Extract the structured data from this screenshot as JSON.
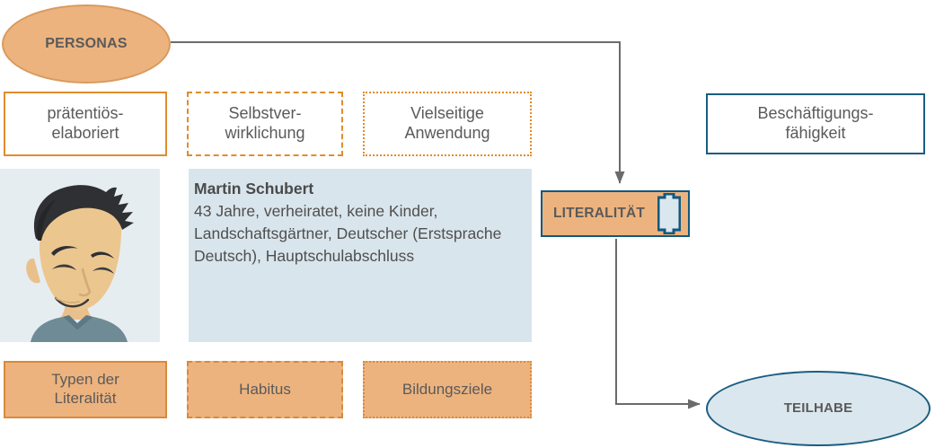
{
  "diagram": {
    "title_nodes": {
      "personas": "PERSONAS",
      "teilhabe": "TEILHABE",
      "literalitaet": "LITERALITÄT"
    },
    "attribute_boxes": [
      {
        "label": "prätentiös-\nelaboriert",
        "border": "solid",
        "color": "#e08c2e",
        "fill": "#ffffff"
      },
      {
        "label": "Selbstver-\nwirklichung",
        "border": "dashed",
        "color": "#e08c2e",
        "fill": "#ffffff"
      },
      {
        "label": "Vielseitige\nAnwendung",
        "border": "dotted",
        "color": "#e08c2e",
        "fill": "#ffffff"
      }
    ],
    "outcome_box": {
      "label": "Beschäftigungs-\nfähigkeit",
      "border": "solid",
      "color": "#1b5d80",
      "fill": "#ffffff"
    },
    "category_boxes": [
      {
        "label": "Typen der\nLiteralität",
        "border": "solid",
        "color": "#d9893c",
        "fill": "#edb37e"
      },
      {
        "label": "Habitus",
        "border": "dashed",
        "color": "#d9893c",
        "fill": "#edb37e"
      },
      {
        "label": "Bildungsziele",
        "border": "dotted",
        "color": "#d9893c",
        "fill": "#edb37e"
      }
    ],
    "persona": {
      "name": "Martin Schubert",
      "details": "43 Jahre, verheiratet, keine Kinder, Landschaftsgärtner, Deutscher (Erstsprache Deutsch), Hauptschulabschluss",
      "avatar_alt": "avatar-male-portrait"
    },
    "colors": {
      "orange_fill": "#edb37e",
      "orange_stroke": "#d9893c",
      "orange_border_light": "#e08c2e",
      "blue_stroke": "#1b5d80",
      "blue_fill": "#dbe7ee",
      "info_panel_fill": "#d9e5ec",
      "avatar_bg": "#e6edf1",
      "text_gray": "#5a5a5a",
      "connector_gray": "#5a5a5a"
    },
    "icons": {
      "book": "book-spine-icon"
    }
  }
}
